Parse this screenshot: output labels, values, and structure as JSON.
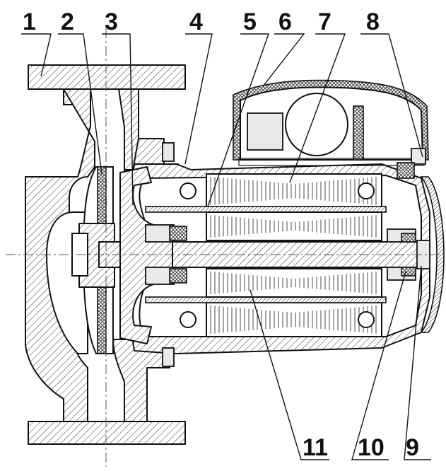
{
  "callouts": [
    {
      "id": "1",
      "label": "1"
    },
    {
      "id": "2",
      "label": "2"
    },
    {
      "id": "3",
      "label": "3"
    },
    {
      "id": "4",
      "label": "4"
    },
    {
      "id": "5",
      "label": "5"
    },
    {
      "id": "6",
      "label": "6"
    },
    {
      "id": "7",
      "label": "7"
    },
    {
      "id": "8",
      "label": "8"
    },
    {
      "id": "9",
      "label": "9"
    },
    {
      "id": "10",
      "label": "10"
    },
    {
      "id": "11",
      "label": "11"
    }
  ],
  "colors": {
    "ink": "#111111",
    "background": "#ffffff"
  }
}
